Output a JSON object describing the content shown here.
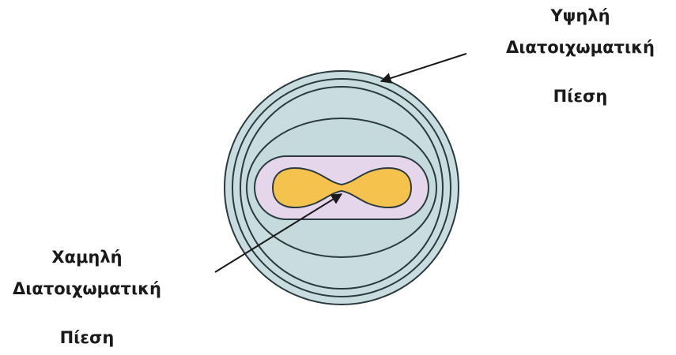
{
  "labels": {
    "high_pressure": {
      "line1": "Υψηλή",
      "line2": "Διατοιχωματική",
      "line3": "Πίεση"
    },
    "low_pressure": {
      "line1": "Χαμηλή",
      "line2": "Διατοιχωματική",
      "line3": "Πίεση"
    }
  },
  "colors": {
    "outer_fill": "#c9dde0",
    "outer_stroke": "#2a3a3e",
    "inner_fill": "#e5d6ec",
    "core_fill": "#f6c24e",
    "arrow": "#1a1a1a",
    "background": "#ffffff"
  }
}
